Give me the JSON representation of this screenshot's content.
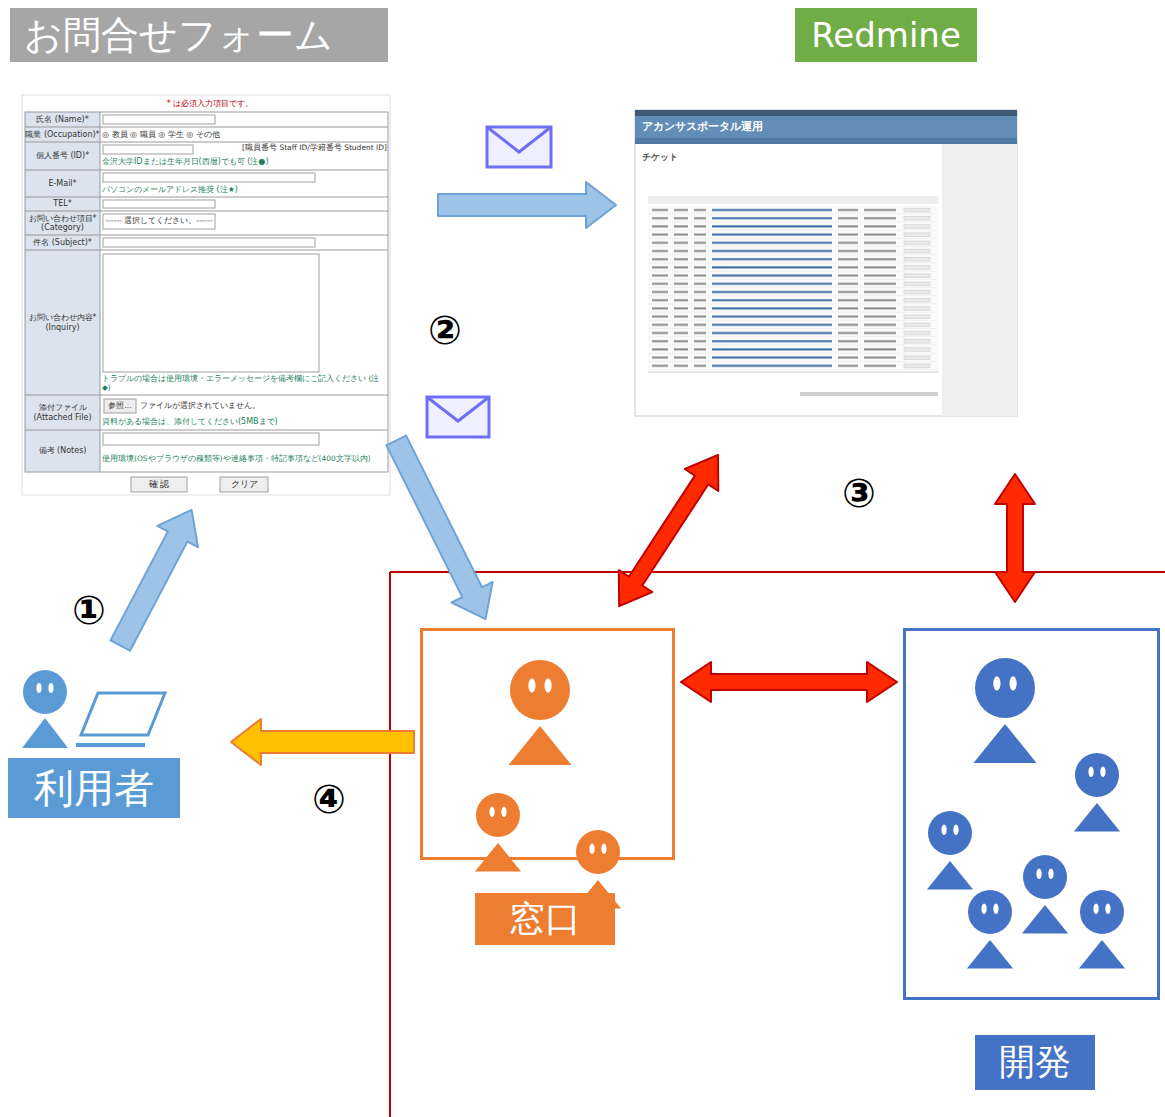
{
  "diagram": {
    "nodes": [
      {
        "text": [
          "お問合せフォーム"
        ]
      },
      {
        "text": [
          "Redmine"
        ]
      },
      {
        "text": [
          "利用者"
        ]
      },
      {
        "text": [
          "窓口"
        ]
      },
      {
        "text": [
          "開発"
        ]
      }
    ],
    "edges": [
      {
        "from": 2,
        "to": 0,
        "arrow": "to"
      },
      {
        "from": 0,
        "to": 1,
        "arrow": "to"
      },
      {
        "from": 0,
        "to": 3,
        "arrow": "to"
      },
      {
        "from": 3,
        "to": 1,
        "arrow": "both"
      },
      {
        "from": 4,
        "to": 1,
        "arrow": "both"
      },
      {
        "from": 3,
        "to": 4,
        "arrow": "both"
      },
      {
        "from": 3,
        "to": 2,
        "arrow": "to"
      }
    ],
    "labels": [
      "①",
      "②",
      "③",
      "④",
      "* は必須入力項目です。",
      "氏名 (Name)*",
      "職業 (Occupation)*",
      "◎ 教員 ◎ 職員 ◎ 学生 ◎ その他",
      "個人番号 (ID)*",
      "[職員番号 Staff ID/学籍番号 Student ID]",
      "金沢大学IDまたは生年月日(西暦)でも可 (注●)",
      "E-Mail*",
      "パソコンのメールアドレス推奨 (注★)",
      "TEL*",
      "お問い合わせ項目* (Category)",
      "------ 選択してください。------",
      "件名 (Subject)*",
      "お問い合わせ内容* (Inquiry)",
      "トラブルの場合は使用環境・エラーメッセージを備考欄にご記入ください (注◆)",
      "添付ファイル (Attached File)",
      "参照...",
      "ファイルが選択されていません。",
      "資料がある場合は、添付してください(5MBまで)",
      "備考 (Notes)",
      "使用環境(OSやブラウザの種類等)や連絡事項・特記事項など(400文字以内)",
      "確 認",
      "クリア",
      "アカンサスポータル運用",
      "チケット"
    ]
  }
}
